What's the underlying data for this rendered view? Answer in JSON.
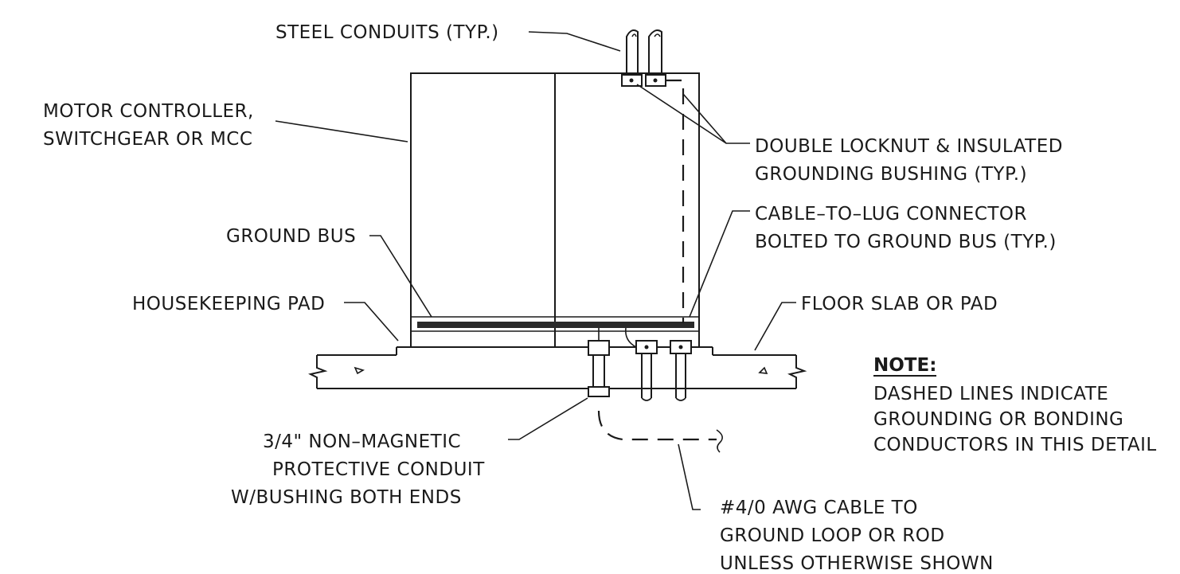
{
  "labels": {
    "steel_conduits": "STEEL CONDUITS (TYP.)",
    "motor_controller_1": "MOTOR CONTROLLER,",
    "motor_controller_2": "SWITCHGEAR OR MCC",
    "locknut_1": "DOUBLE LOCKNUT & INSULATED",
    "locknut_2": "GROUNDING BUSHING (TYP.)",
    "cable_lug_1": "CABLE–TO–LUG CONNECTOR",
    "cable_lug_2": "BOLTED TO GROUND BUS (TYP.)",
    "ground_bus": "GROUND BUS",
    "housekeeping_pad": "HOUSEKEEPING PAD",
    "floor_slab": "FLOOR SLAB OR PAD",
    "conduit_1": "3/4\" NON–MAGNETIC",
    "conduit_2": "PROTECTIVE CONDUIT",
    "conduit_3": "W/BUSHING BOTH ENDS",
    "cable_1": "#4/0 AWG CABLE TO",
    "cable_2": "GROUND LOOP OR ROD",
    "cable_3": "UNLESS OTHERWISE SHOWN"
  },
  "note": {
    "title": "NOTE:",
    "line1": "DASHED LINES INDICATE",
    "line2": "GROUNDING OR BONDING",
    "line3": "CONDUCTORS IN THIS DETAIL"
  },
  "colors": {
    "ink": "#1a1a1a",
    "background": "#ffffff"
  }
}
